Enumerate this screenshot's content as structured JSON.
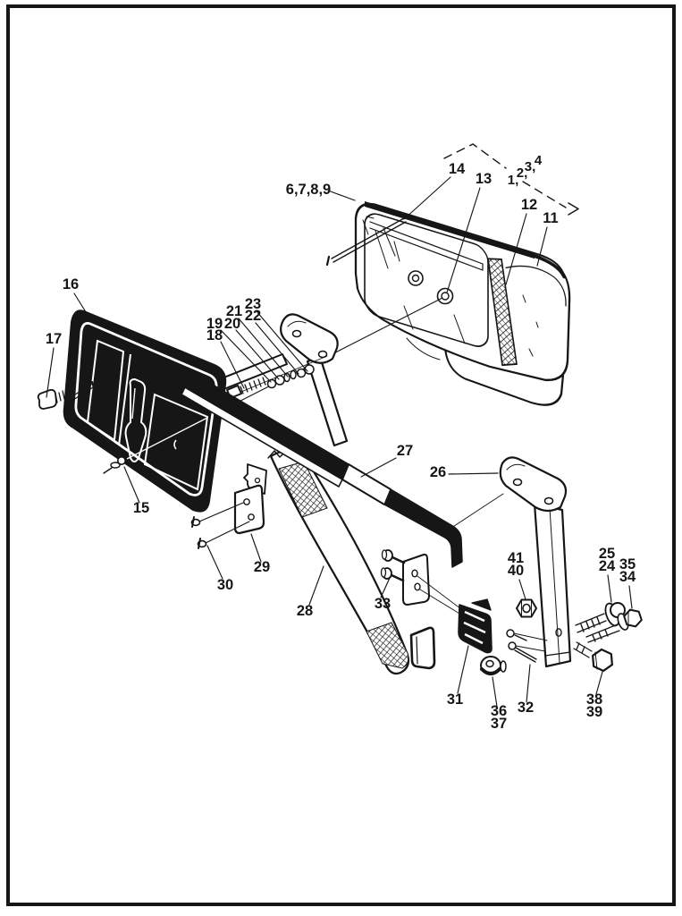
{
  "figure": {
    "kind": "exploded-parts-diagram",
    "subject": "seat back assembly exploded view",
    "ink_color": "#161616",
    "paper_color": "#ffffff"
  },
  "callouts": {
    "g6789": "6,7,8,9",
    "n1": "1,",
    "n2": "2,",
    "n3": "3,",
    "n4": "4",
    "n11": "11",
    "n12": "12",
    "n13": "13",
    "n14": "14",
    "n15": "15",
    "n16": "16",
    "n17": "17",
    "n18": "18",
    "n19": "19",
    "n20": "20",
    "n21": "21",
    "n22": "22",
    "n23": "23",
    "n24": "24",
    "n25": "25",
    "n26": "26",
    "n27": "27",
    "n28": "28",
    "n29": "29",
    "n30": "30",
    "n31": "31",
    "n32": "32",
    "n33": "33",
    "n34": "34",
    "n35": "35",
    "n36": "36",
    "n37": "37",
    "n38": "38",
    "n39": "39",
    "n40": "40",
    "n41": "41"
  }
}
